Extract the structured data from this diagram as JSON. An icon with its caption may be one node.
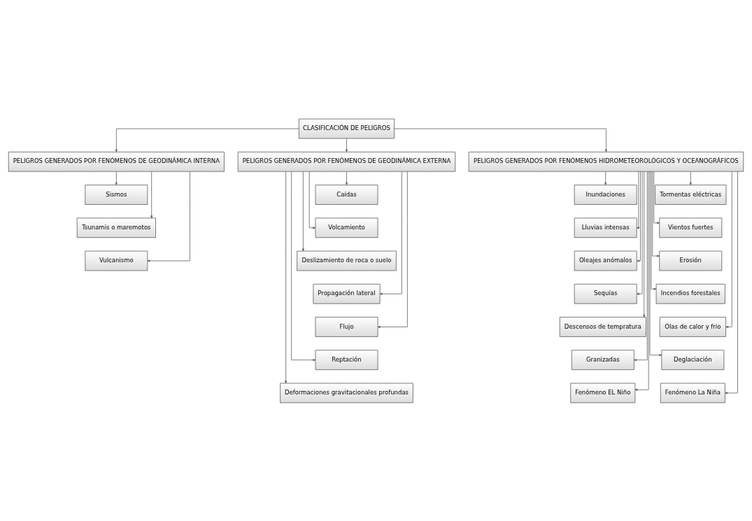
{
  "diagram": {
    "nodes": [
      {
        "text": [
          "CLASIFICACIÓN DE PELIGROS"
        ]
      },
      {
        "text": [
          "PELIGROS GENERADOS POR FENÓMENOS DE GEODINÁMICA INTERNA"
        ]
      },
      {
        "text": [
          "PELIGROS GENERADOS POR FENÓMENOS DE GEODINÁMICA EXTERNA"
        ]
      },
      {
        "text": [
          "PELIGROS GENERADOS POR FENÓMENOS HIDROMETEOROLÓGICOS Y OCEANOGRÁFICOS"
        ]
      },
      {
        "text": [
          "Sismos"
        ]
      },
      {
        "text": [
          "Tsunamis o maremotos"
        ]
      },
      {
        "text": [
          "Vulcanismo"
        ]
      },
      {
        "text": [
          "Caídas"
        ]
      },
      {
        "text": [
          "Volcamiento"
        ]
      },
      {
        "text": [
          "Deslizamiento de roca o suelo"
        ]
      },
      {
        "text": [
          "Propagación lateral"
        ]
      },
      {
        "text": [
          "Flujo"
        ]
      },
      {
        "text": [
          "Reptación"
        ]
      },
      {
        "text": [
          "Deformaciones gravitacionales profundas"
        ]
      },
      {
        "text": [
          "Inundaciones"
        ]
      },
      {
        "text": [
          "Tormentas eléctricas"
        ]
      },
      {
        "text": [
          "Lluvias intensas"
        ]
      },
      {
        "text": [
          "Vientos fuertes"
        ]
      },
      {
        "text": [
          "Oleajes anómalos"
        ]
      },
      {
        "text": [
          "Erosión"
        ]
      },
      {
        "text": [
          "Sequías"
        ]
      },
      {
        "text": [
          "Incendios forestales"
        ]
      },
      {
        "text": [
          "Descensos de tempratura"
        ]
      },
      {
        "text": [
          "Olas de calor y frío"
        ]
      },
      {
        "text": [
          "Granizadas"
        ]
      },
      {
        "text": [
          "Deglaciación"
        ]
      },
      {
        "text": [
          "Fenómeno EL Niño"
        ]
      },
      {
        "text": [
          "Fenómeno La Niña"
        ]
      }
    ],
    "edges": [
      {
        "from": 0,
        "to": 1,
        "arrow": "to"
      },
      {
        "from": 0,
        "to": 2,
        "arrow": "to"
      },
      {
        "from": 0,
        "to": 3,
        "arrow": "to"
      },
      {
        "from": 1,
        "to": 4,
        "arrow": "to"
      },
      {
        "from": 1,
        "to": 5,
        "arrow": "to"
      },
      {
        "from": 1,
        "to": 6,
        "arrow": "to"
      },
      {
        "from": 2,
        "to": 7,
        "arrow": "to"
      },
      {
        "from": 2,
        "to": 8,
        "arrow": "to"
      },
      {
        "from": 2,
        "to": 9,
        "arrow": "to"
      },
      {
        "from": 2,
        "to": 10,
        "arrow": "to"
      },
      {
        "from": 2,
        "to": 11,
        "arrow": "to"
      },
      {
        "from": 2,
        "to": 12,
        "arrow": "to"
      },
      {
        "from": 2,
        "to": 13,
        "arrow": "to"
      },
      {
        "from": 3,
        "to": 14,
        "arrow": "to"
      },
      {
        "from": 3,
        "to": 15,
        "arrow": "to"
      },
      {
        "from": 3,
        "to": 16,
        "arrow": "to"
      },
      {
        "from": 3,
        "to": 17,
        "arrow": "to"
      },
      {
        "from": 3,
        "to": 18,
        "arrow": "to"
      },
      {
        "from": 3,
        "to": 19,
        "arrow": "to"
      },
      {
        "from": 3,
        "to": 20,
        "arrow": "to"
      },
      {
        "from": 3,
        "to": 21,
        "arrow": "to"
      },
      {
        "from": 3,
        "to": 22,
        "arrow": "to"
      },
      {
        "from": 3,
        "to": 23,
        "arrow": "to"
      },
      {
        "from": 3,
        "to": 24,
        "arrow": "to"
      },
      {
        "from": 3,
        "to": 25,
        "arrow": "to"
      },
      {
        "from": 3,
        "to": 26,
        "arrow": "to"
      },
      {
        "from": 3,
        "to": 27,
        "arrow": "to"
      }
    ]
  }
}
